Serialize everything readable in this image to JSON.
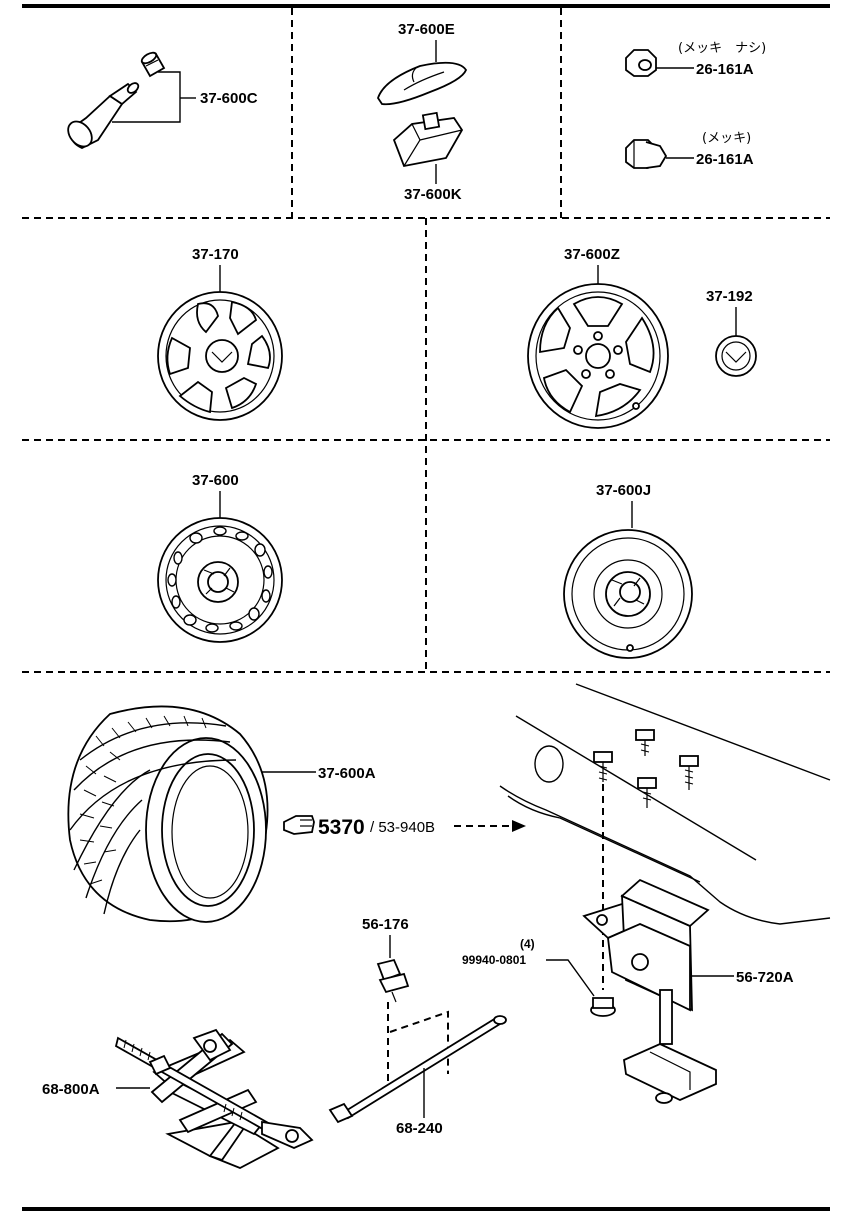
{
  "parts": {
    "valve": "37-600C",
    "weight_e": "37-600E",
    "weight_k": "37-600K",
    "nut_no_chrome_note": "(メッキ　ナシ)",
    "nut_no_chrome": "26-161A",
    "nut_chrome_note": "(メッキ)",
    "nut_chrome": "26-161A",
    "wheel_cap": "37-170",
    "alloy_wheel": "37-600Z",
    "ornament": "37-192",
    "steel_wheel": "37-600",
    "spare_wheel": "37-600J",
    "tire": "37-600A",
    "ref_group": "5370",
    "ref_part": "/ 53-940B",
    "plug": "56-176",
    "bolt_qty": "(4)",
    "bolt": "99940-0801",
    "bracket": "56-720A",
    "jack": "68-800A",
    "handle": "68-240"
  }
}
